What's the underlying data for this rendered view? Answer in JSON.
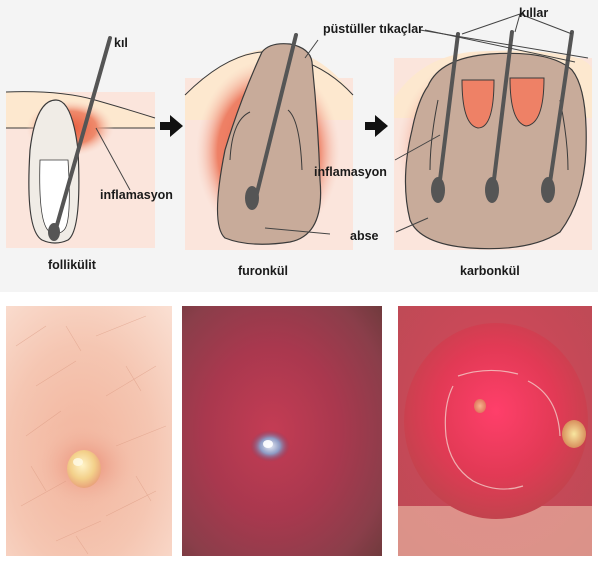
{
  "labels": {
    "kil": "kıl",
    "pustuller": "püstüller tıkaçlar",
    "killar": "kıllar",
    "inflamasyon_1": "inflamasyon",
    "inflamasyon_2": "inflamasyon",
    "abse": "abse",
    "stage_1": "follikülit",
    "stage_2": "furonkül",
    "stage_3": "karbonkül"
  },
  "colors": {
    "panel_bg": "#f4f4f4",
    "skin_top": "#fde8cf",
    "inflammation": "#ec7a5d",
    "abscess": "#c8ab9a",
    "hair": "#555555",
    "arrow": "#111111"
  },
  "photos": [
    "photo-folliculitis",
    "photo-furuncle",
    "photo-carbuncle"
  ]
}
